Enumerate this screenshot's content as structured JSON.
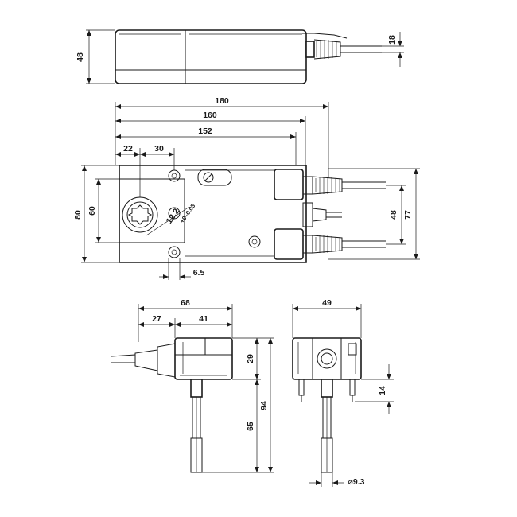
{
  "views": {
    "top": {
      "dims": {
        "height": "48",
        "cable_dia": "18"
      }
    },
    "front": {
      "dims": {
        "total_length": "180",
        "length_160": "160",
        "length_152": "152",
        "offset_22": "22",
        "offset_30": "30",
        "height_80": "80",
        "height_60": "60",
        "connector_pitch": "48",
        "connector_span": "77",
        "shaft_size": "12.2",
        "shaft_tol": "+0–0.05",
        "hole_offset": "6.5"
      }
    },
    "side_left": {
      "dims": {
        "width_68": "68",
        "width_27": "27",
        "width_41": "41",
        "height_29": "29",
        "shaft_65": "65",
        "total_94": "94"
      }
    },
    "side_right": {
      "dims": {
        "width_49": "49",
        "pin_14": "14",
        "shaft_dia": "⌀9.3"
      }
    }
  },
  "colors": {
    "line": "#1a1a1a",
    "background": "#ffffff"
  }
}
